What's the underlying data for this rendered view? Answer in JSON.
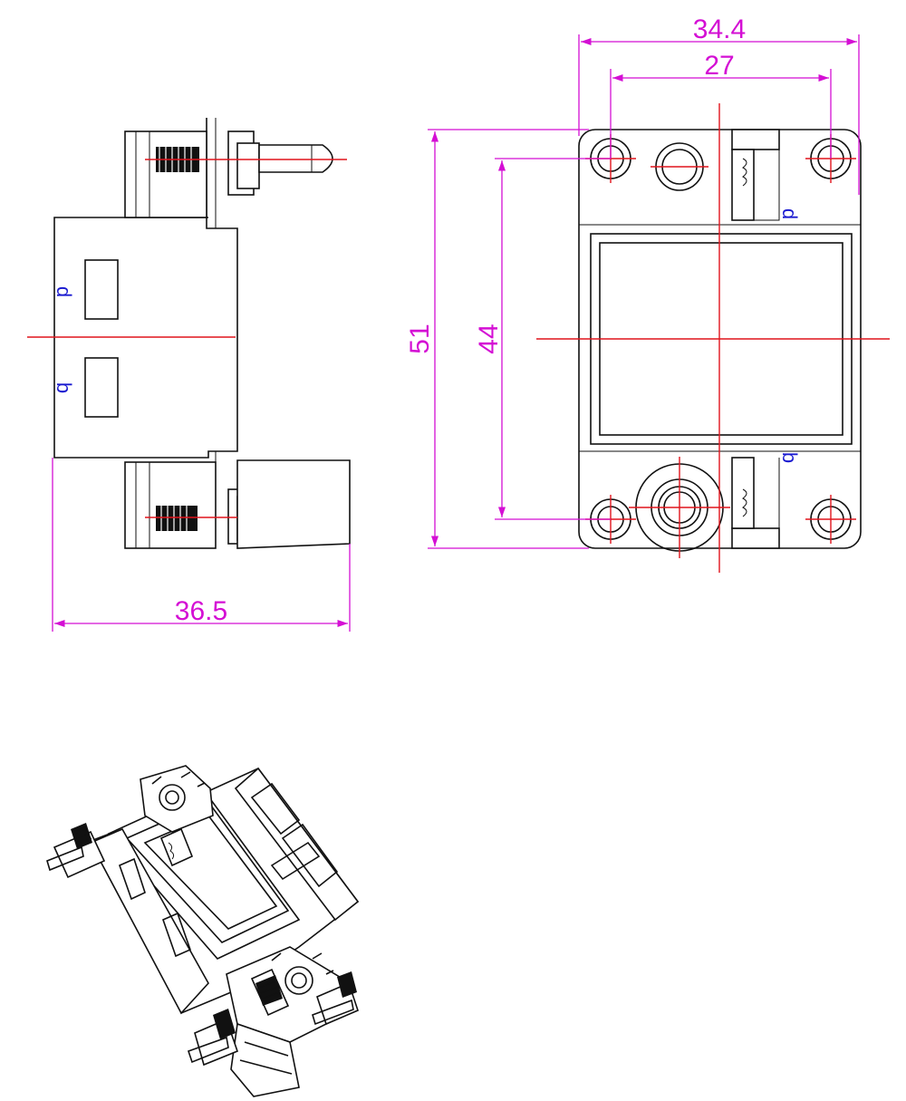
{
  "dimensions": {
    "overall_width": "34.4",
    "hole_spacing_horizontal": "27",
    "overall_height": "51",
    "hole_spacing_vertical": "44",
    "side_depth": "36.5"
  },
  "marks": {
    "side_upper": "p",
    "side_lower": "q",
    "front_upper": "p",
    "front_lower": "q"
  },
  "colors": {
    "outline": "#111111",
    "centerline": "#e0141c",
    "dimension": "#d40fd4",
    "mark": "#1a1ad0"
  }
}
